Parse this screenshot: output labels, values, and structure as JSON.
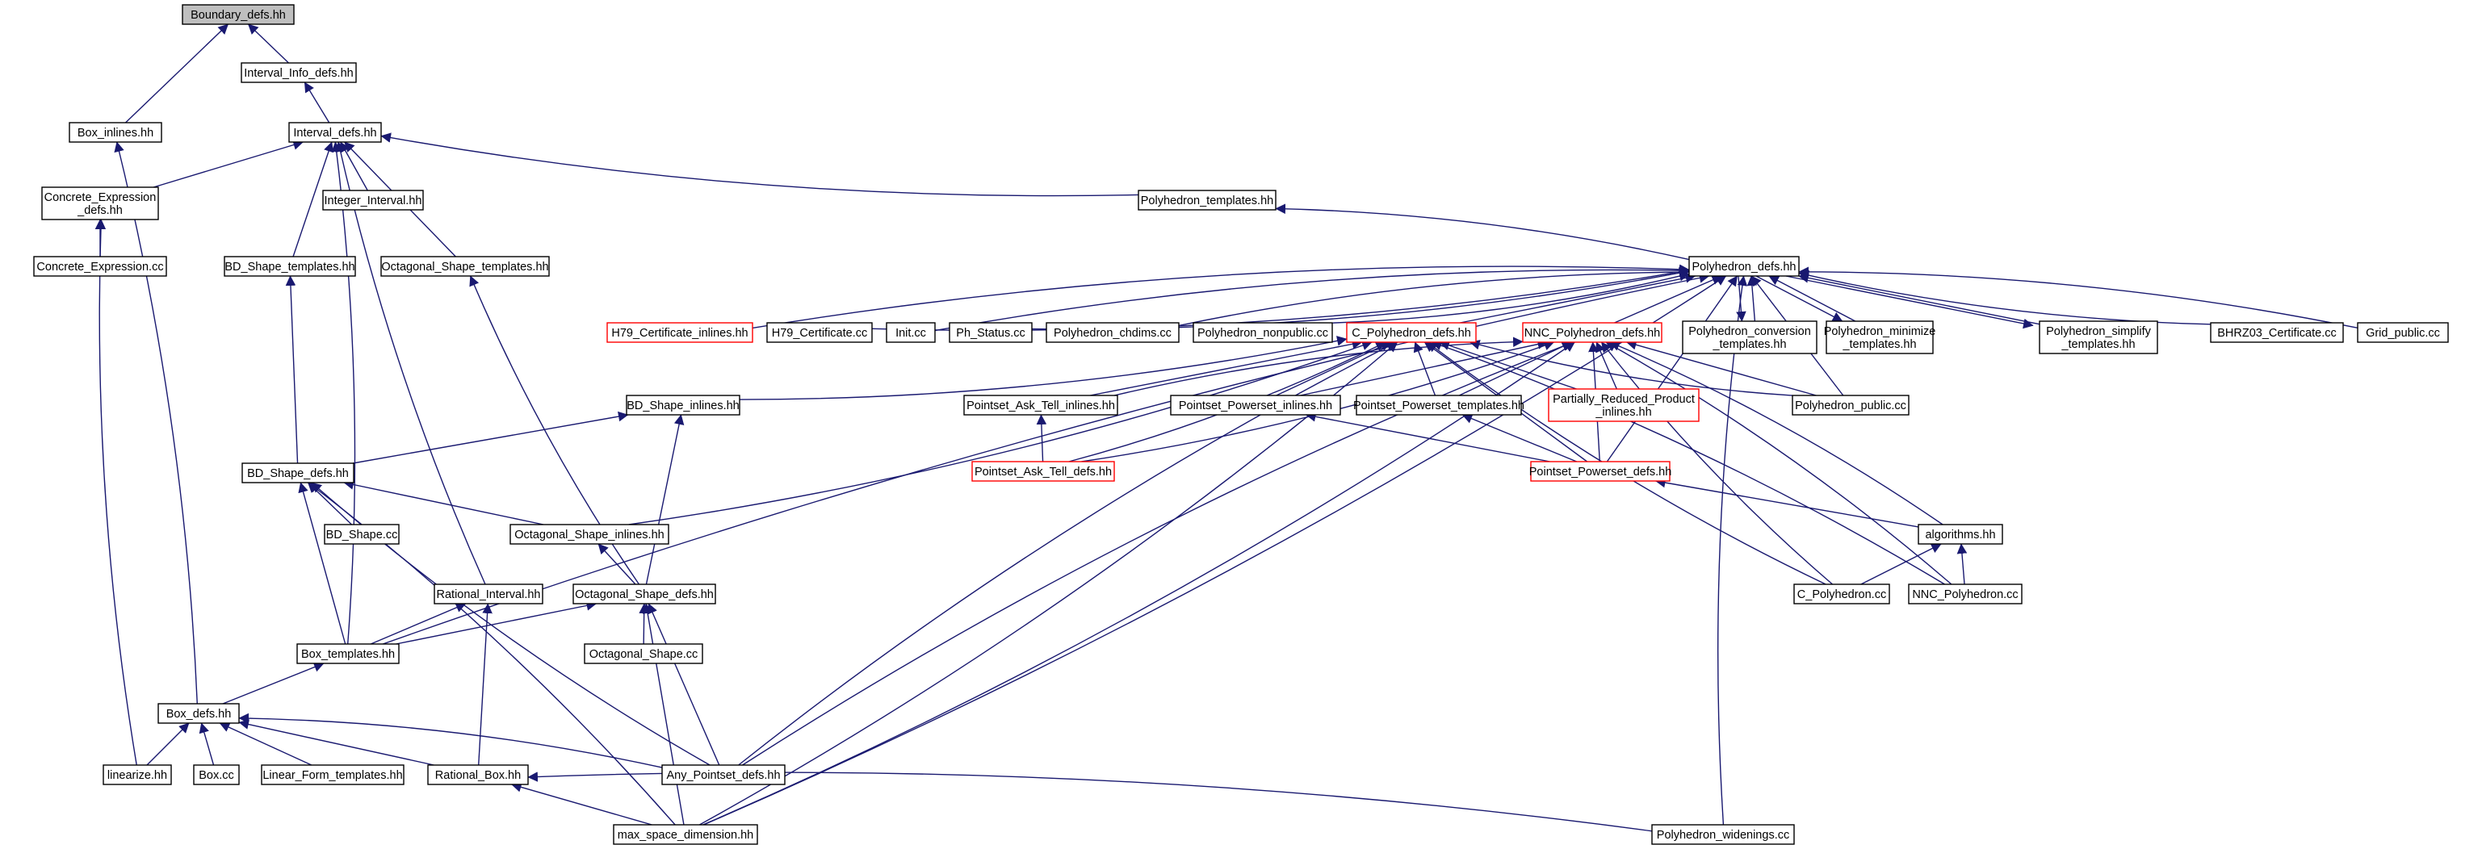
{
  "graph": {
    "colors": {
      "edge": "#191970",
      "node_border": "#000000",
      "highlight_border": "#ff0000",
      "current_fill": "#bfbfbf"
    },
    "nodes": [
      {
        "id": "boundary_defs",
        "label": "Boundary_defs.hh",
        "current": true
      },
      {
        "id": "interval_info",
        "label": "Interval_Info_defs.hh"
      },
      {
        "id": "box_inlines",
        "label": "Box_inlines.hh"
      },
      {
        "id": "interval_defs",
        "label": "Interval_defs.hh"
      },
      {
        "id": "concrete_expr_defs",
        "label": [
          "Concrete_Expression",
          "_defs.hh"
        ]
      },
      {
        "id": "integer_interval",
        "label": "Integer_Interval.hh"
      },
      {
        "id": "concrete_expr_cc",
        "label": "Concrete_Expression.cc"
      },
      {
        "id": "bd_shape_templates",
        "label": "BD_Shape_templates.hh"
      },
      {
        "id": "oct_shape_templates",
        "label": "Octagonal_Shape_templates.hh"
      },
      {
        "id": "polyhedron_templates",
        "label": "Polyhedron_templates.hh"
      },
      {
        "id": "polyhedron_defs",
        "label": "Polyhedron_defs.hh"
      },
      {
        "id": "h79_cert_inlines",
        "label": "H79_Certificate_inlines.hh",
        "red": true
      },
      {
        "id": "h79_cert_cc",
        "label": "H79_Certificate.cc"
      },
      {
        "id": "init_cc",
        "label": "Init.cc"
      },
      {
        "id": "ph_status_cc",
        "label": "Ph_Status.cc"
      },
      {
        "id": "poly_chdims",
        "label": "Polyhedron_chdims.cc"
      },
      {
        "id": "poly_nonpublic",
        "label": "Polyhedron_nonpublic.cc"
      },
      {
        "id": "c_poly_defs",
        "label": "C_Polyhedron_defs.hh",
        "red": true
      },
      {
        "id": "nnc_poly_defs",
        "label": "NNC_Polyhedron_defs.hh",
        "red": true
      },
      {
        "id": "poly_conversion",
        "label": [
          "Polyhedron_conversion",
          "_templates.hh"
        ]
      },
      {
        "id": "poly_minimize",
        "label": [
          "Polyhedron_minimize",
          "_templates.hh"
        ]
      },
      {
        "id": "poly_simplify",
        "label": [
          "Polyhedron_simplify",
          "_templates.hh"
        ]
      },
      {
        "id": "bhrz03_cert",
        "label": "BHRZ03_Certificate.cc"
      },
      {
        "id": "grid_public",
        "label": "Grid_public.cc"
      },
      {
        "id": "bd_shape_inlines",
        "label": "BD_Shape_inlines.hh"
      },
      {
        "id": "pat_inlines",
        "label": "Pointset_Ask_Tell_inlines.hh"
      },
      {
        "id": "pp_inlines",
        "label": "Pointset_Powerset_inlines.hh"
      },
      {
        "id": "pp_templates",
        "label": "Pointset_Powerset_templates.hh"
      },
      {
        "id": "prp_inlines",
        "label": [
          "Partially_Reduced_Product",
          "_inlines.hh"
        ],
        "red": true
      },
      {
        "id": "poly_public",
        "label": "Polyhedron_public.cc"
      },
      {
        "id": "bd_shape_defs",
        "label": "BD_Shape_defs.hh"
      },
      {
        "id": "pat_defs",
        "label": "Pointset_Ask_Tell_defs.hh",
        "red": true
      },
      {
        "id": "pp_defs",
        "label": "Pointset_Powerset_defs.hh",
        "red": true
      },
      {
        "id": "bd_shape_cc",
        "label": "BD_Shape.cc"
      },
      {
        "id": "oct_shape_inlines",
        "label": "Octagonal_Shape_inlines.hh"
      },
      {
        "id": "algorithms",
        "label": "algorithms.hh"
      },
      {
        "id": "rational_interval",
        "label": "Rational_Interval.hh"
      },
      {
        "id": "oct_shape_defs",
        "label": "Octagonal_Shape_defs.hh"
      },
      {
        "id": "c_polyhedron_cc",
        "label": "C_Polyhedron.cc"
      },
      {
        "id": "nnc_polyhedron_cc",
        "label": "NNC_Polyhedron.cc"
      },
      {
        "id": "box_templates",
        "label": "Box_templates.hh"
      },
      {
        "id": "oct_shape_cc",
        "label": "Octagonal_Shape.cc"
      },
      {
        "id": "box_defs",
        "label": "Box_defs.hh"
      },
      {
        "id": "linearize",
        "label": "linearize.hh"
      },
      {
        "id": "box_cc",
        "label": "Box.cc"
      },
      {
        "id": "linear_form_templates",
        "label": "Linear_Form_templates.hh"
      },
      {
        "id": "rational_box",
        "label": "Rational_Box.hh"
      },
      {
        "id": "any_pointset_defs",
        "label": "Any_Pointset_defs.hh"
      },
      {
        "id": "max_space_dim",
        "label": "max_space_dimension.hh"
      },
      {
        "id": "poly_widenings",
        "label": "Polyhedron_widenings.cc"
      }
    ],
    "edges": [
      [
        "box_inlines",
        "boundary_defs"
      ],
      [
        "interval_info",
        "boundary_defs"
      ],
      [
        "interval_defs",
        "interval_info"
      ],
      [
        "box_defs",
        "box_inlines"
      ],
      [
        "concrete_expr_defs",
        "interval_defs"
      ],
      [
        "integer_interval",
        "interval_defs"
      ],
      [
        "bd_shape_templates",
        "interval_defs"
      ],
      [
        "oct_shape_templates",
        "interval_defs"
      ],
      [
        "polyhedron_templates",
        "interval_defs"
      ],
      [
        "box_templates",
        "interval_defs"
      ],
      [
        "rational_interval",
        "interval_defs"
      ],
      [
        "concrete_expr_cc",
        "concrete_expr_defs"
      ],
      [
        "linearize",
        "concrete_expr_defs"
      ],
      [
        "bd_shape_defs",
        "bd_shape_templates"
      ],
      [
        "oct_shape_defs",
        "oct_shape_templates"
      ],
      [
        "polyhedron_defs",
        "polyhedron_templates"
      ],
      [
        "h79_cert_inlines",
        "polyhedron_defs"
      ],
      [
        "h79_cert_cc",
        "polyhedron_defs"
      ],
      [
        "init_cc",
        "polyhedron_defs"
      ],
      [
        "ph_status_cc",
        "polyhedron_defs"
      ],
      [
        "poly_chdims",
        "polyhedron_defs"
      ],
      [
        "poly_nonpublic",
        "polyhedron_defs"
      ],
      [
        "c_poly_defs",
        "polyhedron_defs"
      ],
      [
        "nnc_poly_defs",
        "polyhedron_defs"
      ],
      [
        "poly_conversion",
        "polyhedron_defs"
      ],
      [
        "polyhedron_defs",
        "poly_conversion"
      ],
      [
        "poly_minimize",
        "polyhedron_defs"
      ],
      [
        "polyhedron_defs",
        "poly_minimize"
      ],
      [
        "poly_simplify",
        "polyhedron_defs"
      ],
      [
        "polyhedron_defs",
        "poly_simplify"
      ],
      [
        "bhrz03_cert",
        "polyhedron_defs"
      ],
      [
        "grid_public",
        "polyhedron_defs"
      ],
      [
        "poly_public",
        "polyhedron_defs"
      ],
      [
        "pp_defs",
        "polyhedron_defs"
      ],
      [
        "box_templates",
        "polyhedron_defs"
      ],
      [
        "max_space_dim",
        "polyhedron_defs"
      ],
      [
        "poly_widenings",
        "polyhedron_defs"
      ],
      [
        "bd_shape_inlines",
        "c_poly_defs"
      ],
      [
        "pat_inlines",
        "c_poly_defs"
      ],
      [
        "pp_inlines",
        "c_poly_defs"
      ],
      [
        "pp_templates",
        "c_poly_defs"
      ],
      [
        "prp_inlines",
        "c_poly_defs"
      ],
      [
        "poly_public",
        "c_poly_defs"
      ],
      [
        "pat_defs",
        "c_poly_defs"
      ],
      [
        "pp_defs",
        "c_poly_defs"
      ],
      [
        "oct_shape_inlines",
        "c_poly_defs"
      ],
      [
        "any_pointset_defs",
        "c_poly_defs"
      ],
      [
        "max_space_dim",
        "c_poly_defs"
      ],
      [
        "c_polyhedron_cc",
        "c_poly_defs"
      ],
      [
        "nnc_polyhedron_cc",
        "c_poly_defs"
      ],
      [
        "pat_inlines",
        "nnc_poly_defs"
      ],
      [
        "pp_inlines",
        "nnc_poly_defs"
      ],
      [
        "pp_templates",
        "nnc_poly_defs"
      ],
      [
        "prp_inlines",
        "nnc_poly_defs"
      ],
      [
        "poly_public",
        "nnc_poly_defs"
      ],
      [
        "pat_defs",
        "nnc_poly_defs"
      ],
      [
        "pp_defs",
        "nnc_poly_defs"
      ],
      [
        "algorithms",
        "nnc_poly_defs"
      ],
      [
        "c_polyhedron_cc",
        "nnc_poly_defs"
      ],
      [
        "nnc_polyhedron_cc",
        "nnc_poly_defs"
      ],
      [
        "any_pointset_defs",
        "nnc_poly_defs"
      ],
      [
        "max_space_dim",
        "nnc_poly_defs"
      ],
      [
        "bd_shape_defs",
        "bd_shape_inlines"
      ],
      [
        "oct_shape_defs",
        "bd_shape_inlines"
      ],
      [
        "pat_defs",
        "pat_inlines"
      ],
      [
        "pp_defs",
        "pp_inlines"
      ],
      [
        "pp_defs",
        "pp_templates"
      ],
      [
        "bd_shape_cc",
        "bd_shape_defs"
      ],
      [
        "oct_shape_inlines",
        "bd_shape_defs"
      ],
      [
        "box_templates",
        "bd_shape_defs"
      ],
      [
        "any_pointset_defs",
        "bd_shape_defs"
      ],
      [
        "max_space_dim",
        "bd_shape_defs"
      ],
      [
        "algorithms",
        "pp_defs"
      ],
      [
        "oct_shape_defs",
        "oct_shape_inlines"
      ],
      [
        "c_polyhedron_cc",
        "algorithms"
      ],
      [
        "nnc_polyhedron_cc",
        "algorithms"
      ],
      [
        "box_templates",
        "rational_interval"
      ],
      [
        "rational_box",
        "rational_interval"
      ],
      [
        "oct_shape_cc",
        "oct_shape_defs"
      ],
      [
        "box_templates",
        "oct_shape_defs"
      ],
      [
        "any_pointset_defs",
        "oct_shape_defs"
      ],
      [
        "max_space_dim",
        "oct_shape_defs"
      ],
      [
        "box_defs",
        "box_templates"
      ],
      [
        "linearize",
        "box_defs"
      ],
      [
        "box_cc",
        "box_defs"
      ],
      [
        "linear_form_templates",
        "box_defs"
      ],
      [
        "rational_box",
        "box_defs"
      ],
      [
        "any_pointset_defs",
        "box_defs"
      ],
      [
        "max_space_dim",
        "rational_box"
      ],
      [
        "poly_widenings",
        "rational_box"
      ]
    ]
  }
}
